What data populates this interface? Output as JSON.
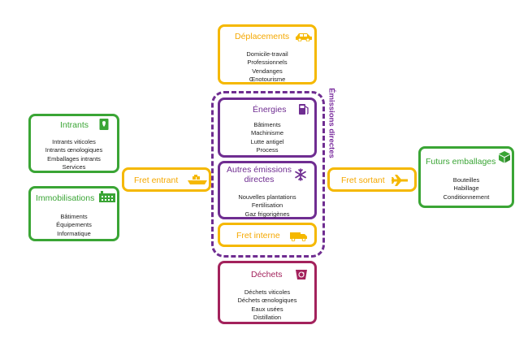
{
  "colors": {
    "yellow": "#f5b800",
    "purple": "#6f2d91",
    "green": "#3aa535",
    "magenta": "#a3225c",
    "dashed_purple": "#6f2d91"
  },
  "deplacements": {
    "title": "Déplacements",
    "icon": "car-icon",
    "items": [
      "Domicile-travail",
      "Professionnels",
      "Vendanges",
      "Œnotourisme"
    ]
  },
  "energies": {
    "title": "Énergies",
    "icon": "fuel-pump-icon",
    "items": [
      "Bâtiments",
      "Machinisme",
      "Lutte antigel",
      "Process"
    ]
  },
  "autres": {
    "title_line1": "Autres émissions",
    "title_line2": "directes",
    "icon": "snowflake-icon",
    "items": [
      "Nouvelles plantations",
      "Fertilisation",
      "Gaz frigorigènes"
    ]
  },
  "emissions_directes_label": "Émissions directes",
  "fret_interne": {
    "title": "Fret interne",
    "icon": "truck-icon"
  },
  "dechets": {
    "title": "Déchets",
    "icon": "recycle-bin-icon",
    "items": [
      "Déchets viticoles",
      "Déchets œnologiques",
      "Eaux usées",
      "Distillation"
    ]
  },
  "intrants": {
    "title": "Intrants",
    "icon": "bottle-icon",
    "items": [
      "Intrants viticoles",
      "Intrants œnologiques",
      "Emballages intrants",
      "Services"
    ]
  },
  "immobilisations": {
    "title": "Immobilisations",
    "icon": "factory-icon",
    "items": [
      "Bâtiments",
      "Équipements",
      "Informatique"
    ]
  },
  "fret_entrant": {
    "title": "Fret entrant",
    "icon": "ship-icon"
  },
  "fret_sortant": {
    "title": "Fret sortant",
    "icon": "airplane-icon"
  },
  "futurs_emballages": {
    "title": "Futurs emballages",
    "icon": "box-icon",
    "items": [
      "Bouteilles",
      "Habillage",
      "Conditionnement"
    ]
  }
}
